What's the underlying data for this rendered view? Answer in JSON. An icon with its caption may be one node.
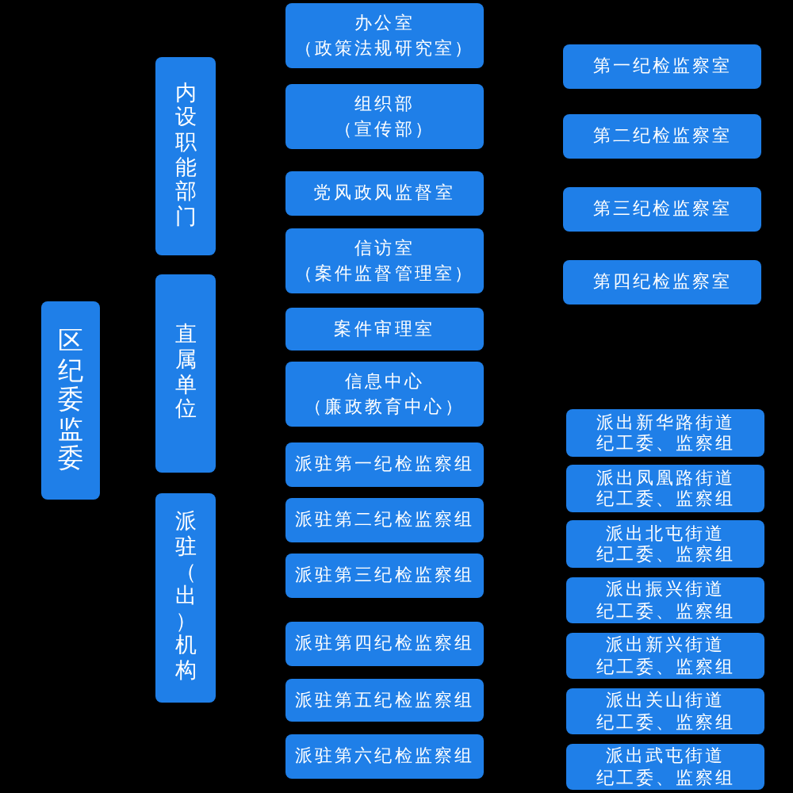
{
  "diagram": {
    "nodes": [
      {
        "text": [
          "区纪委监委"
        ]
      },
      {
        "text": [
          "内设职能部门"
        ]
      },
      {
        "text": [
          "直属单位"
        ]
      },
      {
        "text": [
          "派驻（出）机构"
        ]
      },
      {
        "text": [
          "办公室",
          "（政策法规研究室）"
        ]
      },
      {
        "text": [
          "组织部",
          "（宣传部）"
        ]
      },
      {
        "text": [
          "党风政风监督室"
        ]
      },
      {
        "text": [
          "信访室",
          "（案件监督管理室）"
        ]
      },
      {
        "text": [
          "案件审理室"
        ]
      },
      {
        "text": [
          "信息中心",
          "（廉政教育中心）"
        ]
      },
      {
        "text": [
          "第一纪检监察室"
        ]
      },
      {
        "text": [
          "第二纪检监察室"
        ]
      },
      {
        "text": [
          "第三纪检监察室"
        ]
      },
      {
        "text": [
          "第四纪检监察室"
        ]
      },
      {
        "text": [
          "派驻第一纪检监察组"
        ]
      },
      {
        "text": [
          "派驻第二纪检监察组"
        ]
      },
      {
        "text": [
          "派驻第三纪检监察组"
        ]
      },
      {
        "text": [
          "派驻第四纪检监察组"
        ]
      },
      {
        "text": [
          "派驻第五纪检监察组"
        ]
      },
      {
        "text": [
          "派驻第六纪检监察组"
        ]
      },
      {
        "text": [
          "派出新华路街道",
          "纪工委、监察组"
        ]
      },
      {
        "text": [
          "派出凤凰路街道",
          "纪工委、监察组"
        ]
      },
      {
        "text": [
          "派出北屯街道",
          "纪工委、监察组"
        ]
      },
      {
        "text": [
          "派出振兴街道",
          "纪工委、监察组"
        ]
      },
      {
        "text": [
          "派出新兴街道",
          "纪工委、监察组"
        ]
      },
      {
        "text": [
          "派出关山街道",
          "纪工委、监察组"
        ]
      },
      {
        "text": [
          "派出武屯街道",
          "纪工委、监察组"
        ]
      }
    ]
  }
}
